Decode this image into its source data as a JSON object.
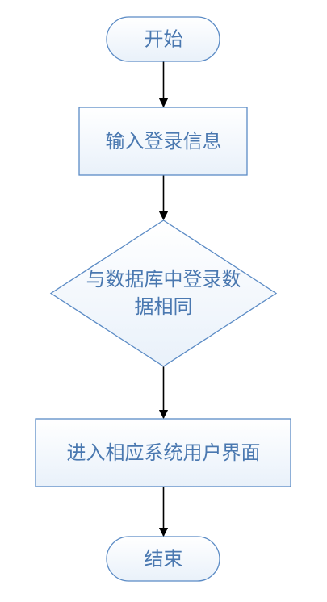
{
  "diagram": {
    "type": "flowchart",
    "nodes": {
      "start": {
        "label": "开始",
        "shape": "rounded-terminal"
      },
      "input": {
        "label": "输入登录信息",
        "shape": "process"
      },
      "decision": {
        "label_line1": "与数据库中登录数",
        "label_line2": "据相同",
        "shape": "decision"
      },
      "enter": {
        "label": "进入相应系统用户界面",
        "shape": "process"
      },
      "end": {
        "label": "结束",
        "shape": "rounded-terminal"
      }
    },
    "edges": [
      {
        "from": "start",
        "to": "input"
      },
      {
        "from": "input",
        "to": "decision"
      },
      {
        "from": "decision",
        "to": "enter"
      },
      {
        "from": "enter",
        "to": "end"
      }
    ]
  },
  "colors": {
    "node_border": "#5b8bc5",
    "node_text": "#4a78b0",
    "node_fill_light": "#ffffff",
    "node_fill_tint": "#e9f1fa",
    "edge": "#000000"
  }
}
